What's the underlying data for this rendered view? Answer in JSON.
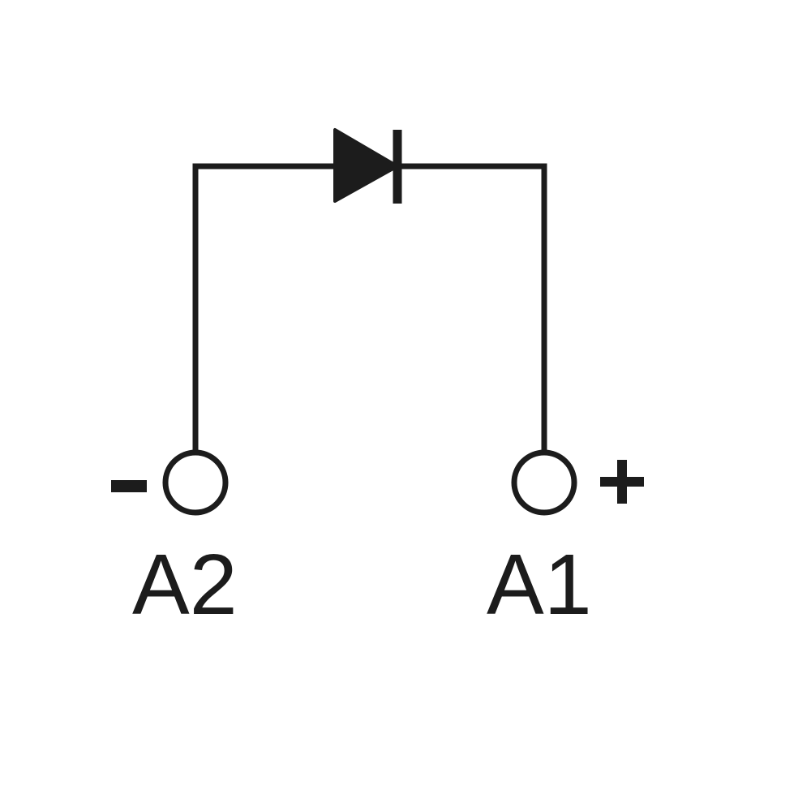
{
  "colors": {
    "line": "#1c1c1c",
    "background": "#ffffff"
  },
  "terminals": [
    {
      "id": "A2",
      "label": "A2",
      "polarity": "-"
    },
    {
      "id": "A1",
      "label": "A1",
      "polarity": "+"
    }
  ],
  "components": [
    {
      "type": "diode",
      "icon": "diode-icon"
    }
  ]
}
